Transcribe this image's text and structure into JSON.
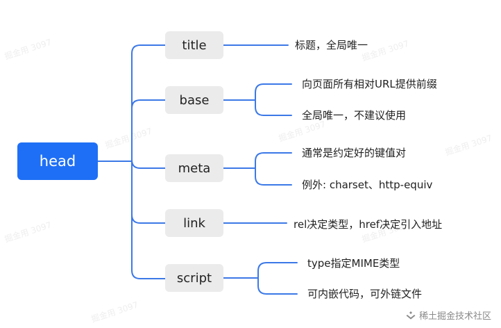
{
  "root": {
    "label": "head"
  },
  "branches": [
    {
      "label": "title",
      "items": [
        "标题，全局唯一"
      ]
    },
    {
      "label": "base",
      "items": [
        "向页面所有相对URL提供前缀",
        "全局唯一，不建议使用"
      ]
    },
    {
      "label": "meta",
      "items": [
        "通常是约定好的键值对",
        "例外: charset、http-equiv"
      ]
    },
    {
      "label": "link",
      "items": [
        "rel决定类型，href决定引入地址"
      ]
    },
    {
      "label": "script",
      "items": [
        "type指定MIME类型",
        "可内嵌代码，可外链文件"
      ]
    }
  ],
  "watermark": "掘金用 3097",
  "footer": {
    "text": "稀土掘金技术社区",
    "icon": "juejin-logo-icon"
  },
  "colors": {
    "accent": "#1e6ff5",
    "connector": "#3b78e7",
    "node_bg": "#ebebeb"
  }
}
